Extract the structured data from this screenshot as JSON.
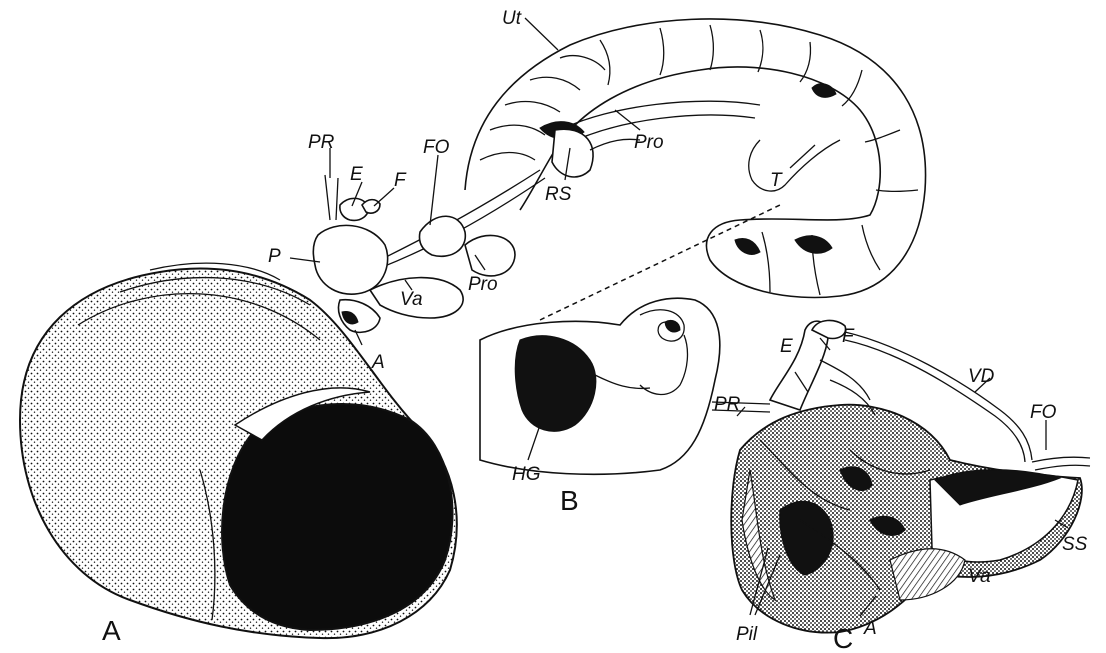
{
  "figure": {
    "panel_labels": {
      "a": "A",
      "b": "B",
      "c": "C"
    },
    "labels_b": {
      "ut": "Ut",
      "pr": "PR",
      "e": "E",
      "f": "F",
      "fo": "FO",
      "p": "P",
      "rs": "RS",
      "pro_upper": "Pro",
      "pro_lower": "Pro",
      "t": "T",
      "va": "Va",
      "a": "A",
      "hg": "HG"
    },
    "labels_c": {
      "e": "E",
      "f": "F",
      "vd": "VD",
      "pr": "PR",
      "fo": "FO",
      "ss": "SS",
      "va": "Va",
      "pil": "Pil",
      "a": "A"
    }
  }
}
